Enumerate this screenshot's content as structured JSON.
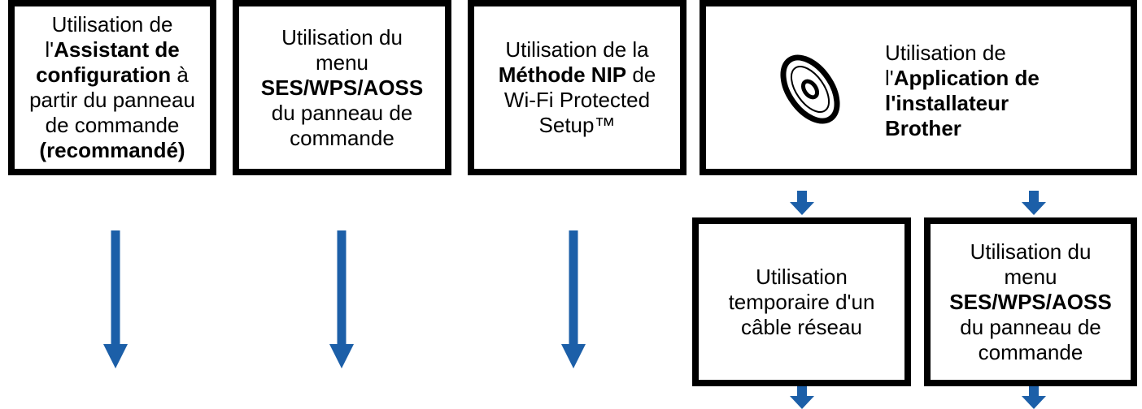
{
  "boxes": {
    "wizard": {
      "l1": "Utilisation de",
      "l2a": "l'",
      "l2b": "Assistant de",
      "l3a": "configuration",
      "l3b": " à",
      "l4": "partir du panneau",
      "l5": "de commande",
      "l6": "(recommandé)"
    },
    "ses_menu": {
      "l1": "Utilisation du",
      "l2": "menu",
      "l3": "SES/WPS/AOSS",
      "l4": "du panneau de",
      "l5": "commande"
    },
    "pin": {
      "l1": "Utilisation de la",
      "l2a": "Méthode NIP",
      "l2b": " de",
      "l3": "Wi-Fi Protected",
      "l4": "Setup™"
    },
    "installer": {
      "l1": "Utilisation de",
      "l2a": "l'",
      "l2b": "Application de",
      "l3": "l'installateur",
      "l4": "Brother"
    },
    "cable": {
      "l1": "Utilisation",
      "l2": "temporaire d'un",
      "l3": "câble réseau"
    },
    "ses_menu2": {
      "l1": "Utilisation du",
      "l2": "menu",
      "l3": "SES/WPS/AOSS",
      "l4": "du panneau de",
      "l5": "commande"
    }
  },
  "colors": {
    "arrow": "#1c5fa8",
    "border": "#000000"
  },
  "icons": {
    "installer": "cd-disc-icon"
  }
}
